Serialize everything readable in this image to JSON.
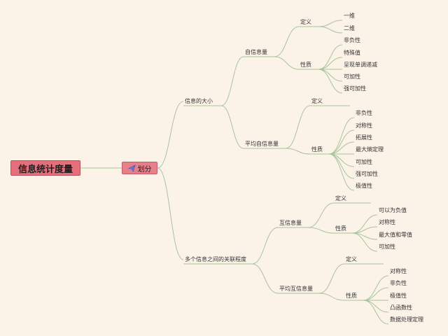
{
  "root": {
    "label": "信息统计度量"
  },
  "division": {
    "label": "划分",
    "icon": "paper-plane-icon"
  },
  "colors": {
    "root_fill": "#e56f7b",
    "division_fill": "#e77f8a",
    "connector": "#a8c49a",
    "background": "#fcf3e8"
  },
  "branches": {
    "size": {
      "label": "信息的大小",
      "self_info": {
        "label": "自信息量",
        "definition": {
          "label": "定义",
          "items": [
            "一维",
            "二维"
          ]
        },
        "properties": {
          "label": "性质",
          "items": [
            "非负性",
            "特殊值",
            "呈现单调递减",
            "可加性",
            "强可加性"
          ]
        }
      },
      "avg_self_info": {
        "label": "平均自信息量",
        "definition": {
          "label": "定义"
        },
        "properties": {
          "label": "性质",
          "items": [
            "非负性",
            "对称性",
            "拓展性",
            "最大熵定理",
            "可加性",
            "强可加性",
            "极值性"
          ]
        }
      }
    },
    "relation": {
      "label": "多个信息之间的关联程度",
      "mutual_info": {
        "label": "互信息量",
        "definition": {
          "label": "定义"
        },
        "properties": {
          "label": "性质",
          "items": [
            "可以为负值",
            "对称性",
            "最大值和零值",
            "可加性"
          ]
        }
      },
      "avg_mutual_info": {
        "label": "平均互信息量",
        "definition": {
          "label": "定义"
        },
        "properties": {
          "label": "性质",
          "items": [
            "对称性",
            "非负性",
            "极值性",
            "凸函数性",
            "数据处理定理"
          ]
        }
      }
    }
  }
}
